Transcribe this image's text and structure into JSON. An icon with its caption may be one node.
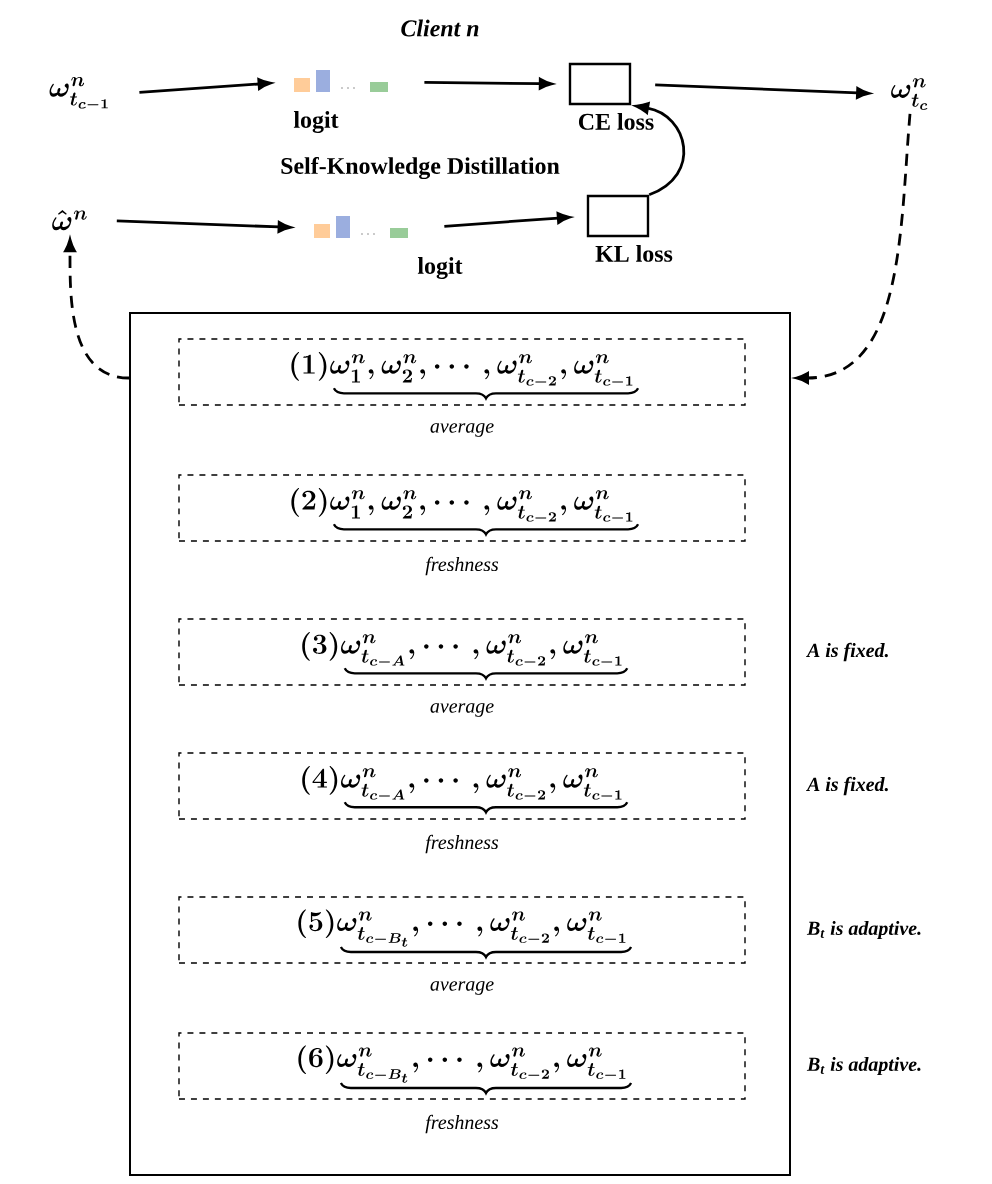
{
  "diagram": {
    "title": "Client n",
    "nodes": [
      {
        "text": [
          "\\omega^n_{t_{c-1}}"
        ]
      },
      {
        "text": [],
        "shape": "picture",
        "beside": [
          "logit"
        ]
      },
      {
        "text": [
          "CE loss"
        ]
      },
      {
        "text": [
          "\\omega^n_{t_c}"
        ]
      },
      {
        "text": [
          "\\hat{\\omega}^n"
        ]
      },
      {
        "text": [],
        "shape": "picture",
        "beside": [
          "logit"
        ]
      },
      {
        "text": [
          "KL loss"
        ]
      },
      {
        "text": [],
        "shape": "box"
      },
      {
        "text": [
          "(1)\\omega^n_1,\\omega^n_2,\\cdots,\\omega^n_{t_{c-2}},\\omega^n_{t_{c-1}}",
          "average"
        ],
        "in": 7
      },
      {
        "text": [
          "(2)\\omega^n_1,\\omega^n_2,\\cdots,\\omega^n_{t_{c-2}},\\omega^n_{t_{c-1}}",
          "freshness"
        ],
        "in": 7
      },
      {
        "text": [
          "(3)\\omega^n_{t_{c-A}},\\cdots,\\omega^n_{t_{c-2}},\\omega^n_{t_{c-1}}",
          "average"
        ],
        "in": 7,
        "beside": [
          "A is fixed."
        ]
      },
      {
        "text": [
          "(4)\\omega^n_{t_{c-A}},\\cdots,\\omega^n_{t_{c-2}},\\omega^n_{t_{c-1}}",
          "freshness"
        ],
        "in": 7,
        "beside": [
          "A is fixed."
        ]
      },
      {
        "text": [
          "(5)\\omega^n_{t_{c-B_t}},\\cdots,\\omega^n_{t_{c-2}},\\omega^n_{t_{c-1}}",
          "average"
        ],
        "in": 7,
        "beside": [
          "B$_{t}$ is adaptive."
        ]
      },
      {
        "text": [
          "(6)\\omega^n_{t_{c-B_t}},\\cdots,\\omega^n_{t_{c-2}},\\omega^n_{t_{c-1}}",
          "freshness"
        ],
        "in": 7,
        "beside": [
          "B$_{t}$ is adaptive."
        ]
      }
    ],
    "edges": [
      {
        "from": 0,
        "to": 1,
        "arrow": "to"
      },
      {
        "from": 1,
        "to": 2,
        "arrow": "to"
      },
      {
        "from": 2,
        "to": 3,
        "arrow": "to"
      },
      {
        "from": 4,
        "to": 5,
        "arrow": "to"
      },
      {
        "from": 5,
        "to": 6,
        "arrow": "to"
      },
      {
        "from": 6,
        "to": 2,
        "arrow": "to"
      },
      {
        "from": 3,
        "to": 7,
        "arrow": "to",
        "style": "dashed"
      },
      {
        "from": 7,
        "to": 4,
        "arrow": "to",
        "style": "dashed"
      }
    ],
    "labels": [
      "Self-Knowledge Distillation"
    ]
  }
}
